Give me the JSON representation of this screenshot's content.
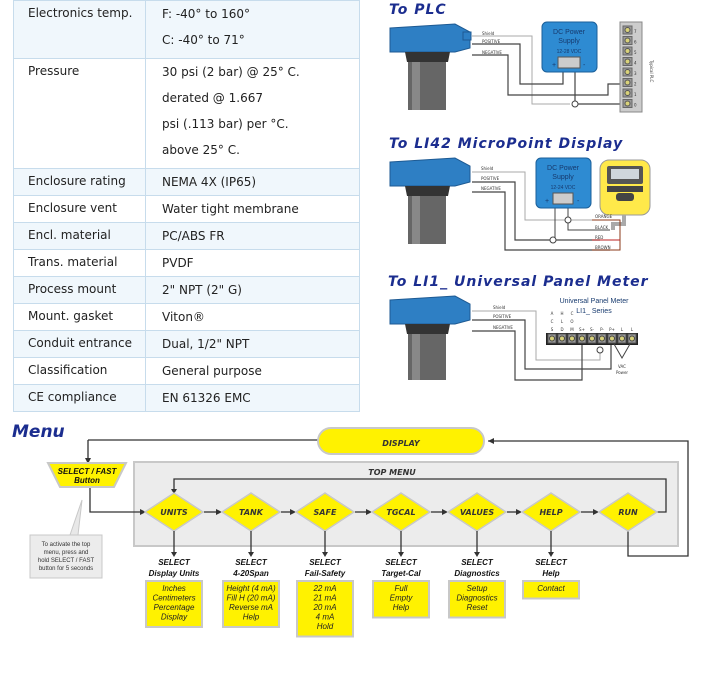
{
  "specs": [
    {
      "label": "Electronics temp.",
      "values": [
        "F: -40° to 160°",
        "C: -40° to 71°"
      ]
    },
    {
      "label": "Pressure",
      "values": [
        "30 psi (2 bar) @ 25° C.",
        "derated @ 1.667",
        "psi (.113 bar) per °C.",
        "above 25° C."
      ]
    },
    {
      "label": "Enclosure rating",
      "values": [
        "NEMA 4X (IP65)"
      ]
    },
    {
      "label": "Enclosure vent",
      "values": [
        "Water tight membrane"
      ]
    },
    {
      "label": "Encl. material",
      "values": [
        "PC/ABS FR"
      ]
    },
    {
      "label": "Trans. material",
      "values": [
        "PVDF"
      ]
    },
    {
      "label": "Process mount",
      "values": [
        "2\" NPT (2\" G)"
      ]
    },
    {
      "label": "Mount. gasket",
      "values": [
        "Viton®"
      ]
    },
    {
      "label": "Conduit entrance",
      "values": [
        "Dual, 1/2\" NPT"
      ]
    },
    {
      "label": "Classification",
      "values": [
        "General purpose"
      ]
    },
    {
      "label": "CE compliance",
      "values": [
        "EN 61326 EMC"
      ]
    }
  ],
  "wiring": {
    "plc": {
      "title": "To PLC",
      "wires": [
        "Shield",
        "POSITIVE",
        "NEGATIVE"
      ],
      "psu": {
        "line1": "DC Power",
        "line2": "Supply",
        "voltage": "12-28 VDC",
        "plus": "+",
        "minus": "-"
      },
      "terminals": [
        "7",
        "6",
        "5",
        "4",
        "3",
        "2",
        "1",
        "0"
      ],
      "plc_label": "Typical PLC"
    },
    "li42": {
      "title": "To LI42 MicroPoint Display",
      "wires": [
        "Shield",
        "POSITIVE",
        "NEGATIVE"
      ],
      "psu": {
        "line1": "DC Power",
        "line2": "Supply",
        "voltage": "12-24 VDC",
        "plus": "+",
        "minus": "-"
      },
      "display_wires": [
        "ORANGE",
        "BLACK",
        "RED",
        "BROWN"
      ]
    },
    "li1": {
      "title": "To LI1_ Universal Panel Meter",
      "wires": [
        "Shield",
        "POSITIVE",
        "NEGATIVE"
      ],
      "meter_title": "Universal Panel Meter",
      "meter_series": "LI1_ Series",
      "terminal_labels": [
        [
          "A",
          "C",
          "S"
        ],
        [
          "H",
          "L",
          "D"
        ],
        [
          "C",
          "O",
          "M"
        ],
        [
          "S+"
        ],
        [
          "S-"
        ],
        [
          "P-"
        ],
        [
          "P+"
        ],
        [
          "L"
        ],
        [
          "L"
        ]
      ],
      "power_label": [
        "VAC",
        "Power"
      ]
    }
  },
  "menu": {
    "title": "Menu",
    "display_label": "DISPLAY",
    "select_button": [
      "SELECT / FAST",
      "Button"
    ],
    "note": [
      "To activate the top",
      "menu, press and",
      "hold SELECT / FAST",
      "button for 5 seconds"
    ],
    "top_menu_label": "TOP MENU",
    "items": [
      {
        "label": "UNITS",
        "select": [
          "SELECT",
          "Display Units"
        ],
        "options": [
          "Inches",
          "Centimeters",
          "Percentage",
          "Display"
        ]
      },
      {
        "label": "TANK",
        "select": [
          "SELECT",
          "4-20Span"
        ],
        "options": [
          "Height (4 mA)",
          "Fill H (20 mA)",
          "Reverse mA",
          "Help"
        ]
      },
      {
        "label": "SAFE",
        "select": [
          "SELECT",
          "Fail-Safety"
        ],
        "options": [
          "22 mA",
          "21 mA",
          "20 mA",
          "4 mA",
          "Hold"
        ]
      },
      {
        "label": "TGCAL",
        "select": [
          "SELECT",
          "Target-Cal"
        ],
        "options": [
          "Full",
          "Empty",
          "Help"
        ]
      },
      {
        "label": "VALUES",
        "select": [
          "SELECT",
          "Diagnostics"
        ],
        "options": [
          "Setup",
          "Diagnostics",
          "Reset"
        ]
      },
      {
        "label": "HELP",
        "select": [
          "SELECT",
          "Help"
        ],
        "options": [
          "Contact"
        ]
      },
      {
        "label": "RUN",
        "select": [],
        "options": []
      }
    ],
    "colors": {
      "yellow": "#fff200",
      "frame_gray": "#e8e8e8",
      "border_gray": "#c8c8c8",
      "title_blue": "#1b2d8f"
    }
  }
}
